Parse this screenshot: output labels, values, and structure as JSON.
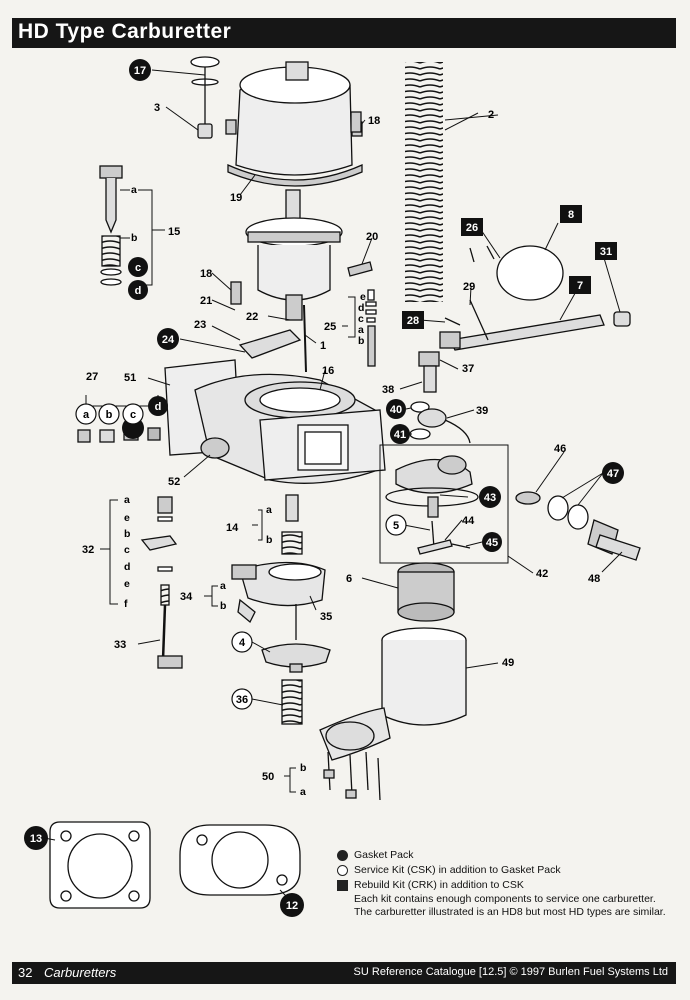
{
  "header": {
    "title": "HD  Type  Carburetter"
  },
  "footer": {
    "page_number": "32",
    "section": "Carburetters",
    "reference": "SU Reference Catalogue [12.5] © 1997 Burlen Fuel Systems Ltd"
  },
  "legend": {
    "gasket_pack": "Gasket Pack",
    "service_kit": "Service Kit (CSK) in addition to Gasket Pack",
    "rebuild_kit": "Rebuild Kit (CRK) in addition to CSK",
    "note_1": "Each kit contains enough components to service one carburetter.",
    "note_2": "The carburetter illustrated is an HD8 but most HD types are similar."
  },
  "callouts": {
    "c1": "1",
    "c2": "2",
    "c3": "3",
    "c4": "4",
    "c5": "5",
    "c6": "6",
    "c7": "7",
    "c8": "8",
    "c12": "12",
    "c13": "13",
    "c14": "14",
    "c15": "15",
    "c16": "16",
    "c17": "17",
    "c18a": "18",
    "c18b": "18",
    "c19": "19",
    "c20": "20",
    "c21": "21",
    "c22": "22",
    "c23": "23",
    "c24": "24",
    "c25": "25",
    "c26": "26",
    "c27": "27",
    "c28": "28",
    "c29": "29",
    "c31": "31",
    "c32": "32",
    "c33": "33",
    "c34": "34",
    "c35": "35",
    "c36": "36",
    "c37": "37",
    "c38": "38",
    "c39": "39",
    "c40": "40",
    "c41": "41",
    "c42": "42",
    "c43": "43",
    "c44": "44",
    "c45": "45",
    "c46": "46",
    "c47": "47",
    "c48": "48",
    "c49": "49",
    "c50": "50",
    "c51": "51",
    "c52": "52"
  },
  "sub_labels": {
    "s15a": "a",
    "s15b": "b",
    "s15c": "c",
    "s15d": "d",
    "s25e": "e",
    "s25d": "d",
    "s25c": "c",
    "s25a": "a",
    "s25b": "b",
    "s27a": "a",
    "s27b": "b",
    "s27c": "c",
    "s27d": "d",
    "s32a": "a",
    "s32e1": "e",
    "s32b": "b",
    "s32c": "c",
    "s32d": "d",
    "s32e2": "e",
    "s32f": "f",
    "s14a": "a",
    "s14b": "b",
    "s34a": "a",
    "s34b": "b",
    "s50b": "b",
    "s50a": "a"
  }
}
